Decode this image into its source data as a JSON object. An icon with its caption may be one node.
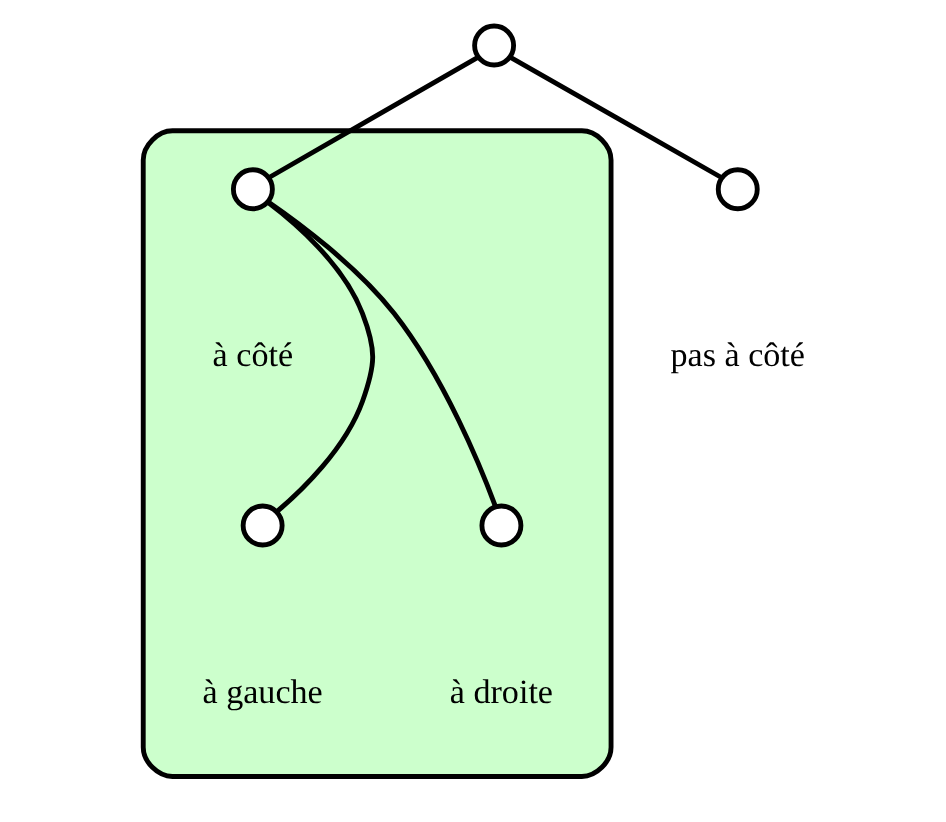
{
  "diagram": {
    "nodes": [
      {
        "text": [],
        "shape": "circle"
      },
      {
        "text": [],
        "shape": "circle",
        "beside": [
          "pas à côté"
        ]
      },
      {
        "text": [],
        "shape": "arch"
      },
      {
        "text": [],
        "shape": "circle",
        "beside": [
          "à côté"
        ],
        "in": 2
      },
      {
        "text": [],
        "shape": "circle",
        "beside": [
          "à gauche"
        ],
        "in": 2
      },
      {
        "text": [],
        "shape": "circle",
        "beside": [
          "à droite"
        ],
        "in": 2
      }
    ],
    "edges": [
      {
        "from": 0,
        "to": 1,
        "arrow": "none"
      },
      {
        "from": 0,
        "to": 3,
        "arrow": "none"
      },
      {
        "from": 3,
        "to": 4,
        "arrow": "none"
      },
      {
        "from": 3,
        "to": 5,
        "arrow": "none"
      }
    ]
  }
}
